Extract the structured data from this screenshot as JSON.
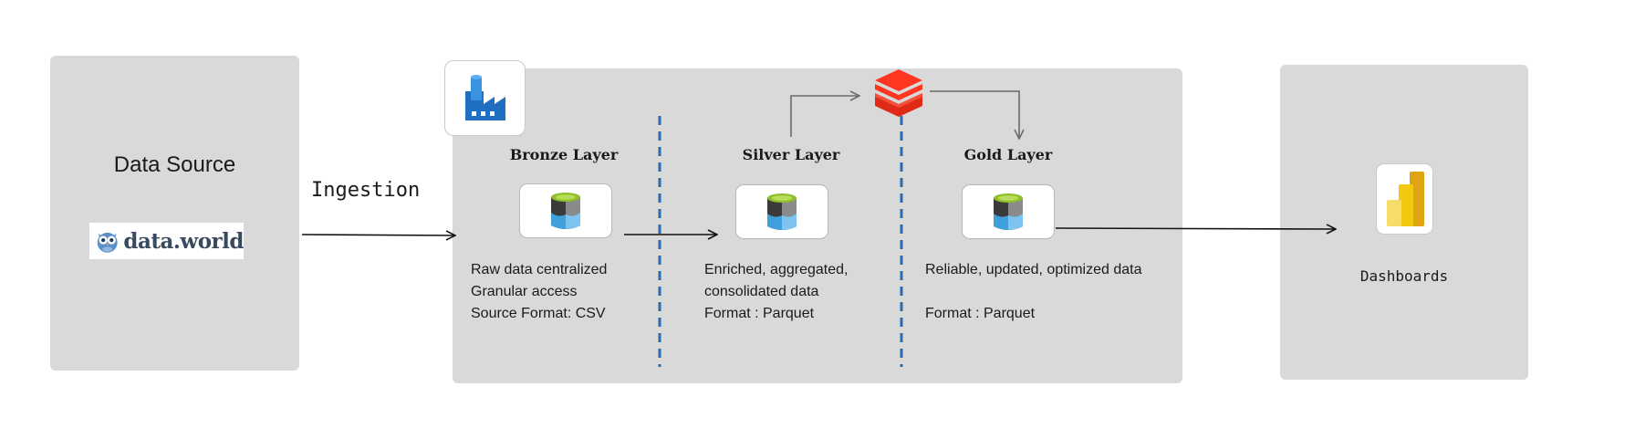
{
  "source": {
    "title": "Data Source",
    "logo_text": "data.world"
  },
  "ingestion": {
    "label": "Ingestion"
  },
  "layers": [
    {
      "title": "Bronze Layer",
      "lines": [
        "Raw data centralized",
        "Granular access",
        "Source Format: CSV"
      ]
    },
    {
      "title": "Silver Layer",
      "lines": [
        "Enriched, aggregated,",
        "consolidated data",
        "Format : Parquet"
      ]
    },
    {
      "title": "Gold Layer",
      "lines": [
        "Reliable, updated, optimized data",
        "",
        "Format : Parquet"
      ]
    }
  ],
  "dashboards": {
    "label": "Dashboards"
  },
  "colors": {
    "panel": "#d9d9d9",
    "divider": "#2b6cb0",
    "databricks": "#ff3621",
    "powerbi": "#f2c811",
    "azure_blue": "#1f6ec2"
  },
  "icons": {
    "factory": "data-factory-icon",
    "storage": "storage-cylinder-icon",
    "databricks": "databricks-icon",
    "powerbi": "power-bi-icon",
    "owl": "owl-icon"
  }
}
